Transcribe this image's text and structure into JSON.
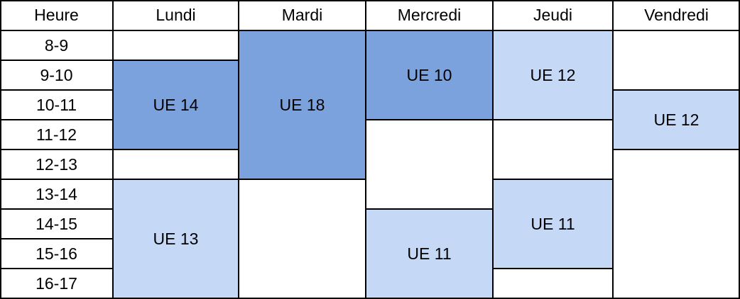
{
  "header": {
    "hour": "Heure",
    "days": [
      "Lundi",
      "Mardi",
      "Mercredi",
      "Jeudi",
      "Vendredi"
    ]
  },
  "hours": [
    "8-9",
    "9-10",
    "10-11",
    "11-12",
    "12-13",
    "13-14",
    "14-15",
    "15-16",
    "16-17"
  ],
  "colors": {
    "dark": "#7ba2dc",
    "light": "#c5d9f7",
    "empty": "#ffffff",
    "border": "#000000"
  },
  "blocks": [
    {
      "day": 0,
      "start": 0,
      "end": 1,
      "label": "",
      "tone": "empty"
    },
    {
      "day": 0,
      "start": 1,
      "end": 4,
      "label": "UE 14",
      "tone": "dark"
    },
    {
      "day": 0,
      "start": 4,
      "end": 5,
      "label": "",
      "tone": "empty"
    },
    {
      "day": 0,
      "start": 5,
      "end": 9,
      "label": "UE 13",
      "tone": "light"
    },
    {
      "day": 1,
      "start": 0,
      "end": 5,
      "label": "UE 18",
      "tone": "dark"
    },
    {
      "day": 1,
      "start": 5,
      "end": 9,
      "label": "",
      "tone": "empty"
    },
    {
      "day": 2,
      "start": 0,
      "end": 3,
      "label": "UE 10",
      "tone": "dark"
    },
    {
      "day": 2,
      "start": 3,
      "end": 6,
      "label": "",
      "tone": "empty"
    },
    {
      "day": 2,
      "start": 6,
      "end": 9,
      "label": "UE 11",
      "tone": "light"
    },
    {
      "day": 3,
      "start": 0,
      "end": 3,
      "label": "UE 12",
      "tone": "light"
    },
    {
      "day": 3,
      "start": 3,
      "end": 5,
      "label": "",
      "tone": "empty"
    },
    {
      "day": 3,
      "start": 5,
      "end": 8,
      "label": "UE 11",
      "tone": "light"
    },
    {
      "day": 3,
      "start": 8,
      "end": 9,
      "label": "",
      "tone": "empty"
    },
    {
      "day": 4,
      "start": 0,
      "end": 2,
      "label": "",
      "tone": "empty"
    },
    {
      "day": 4,
      "start": 2,
      "end": 4,
      "label": "UE 12",
      "tone": "light"
    },
    {
      "day": 4,
      "start": 4,
      "end": 9,
      "label": "",
      "tone": "empty"
    }
  ]
}
